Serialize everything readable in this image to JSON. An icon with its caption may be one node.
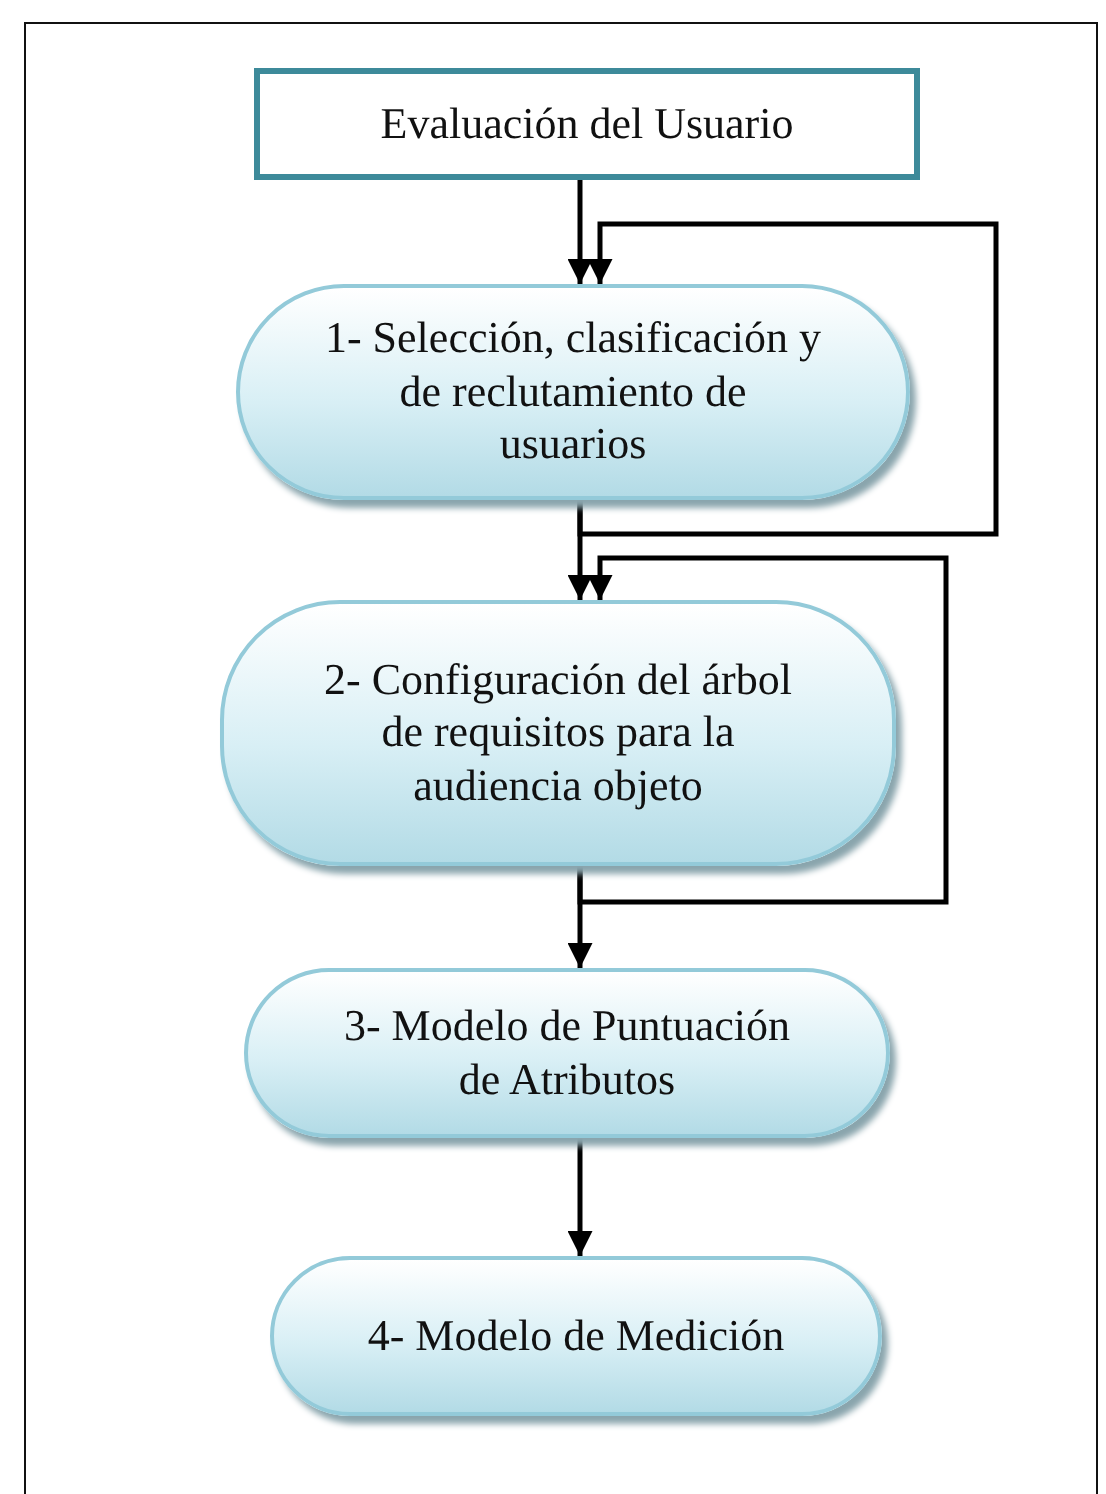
{
  "diagram": {
    "nodes": [
      {
        "text": [
          "Evaluación del Usuario"
        ]
      },
      {
        "text": [
          "1- Selección, clasificación y de reclutamiento de usuarios"
        ]
      },
      {
        "text": [
          "2- Configuración del árbol de requisitos para la audiencia objeto"
        ]
      },
      {
        "text": [
          "3- Modelo de Puntuación de Atributos"
        ]
      },
      {
        "text": [
          "4- Modelo de Medición"
        ]
      }
    ],
    "edges": [
      {
        "from": 0,
        "to": 1,
        "arrow": "to"
      },
      {
        "from": 1,
        "to": 1,
        "arrow": "to"
      },
      {
        "from": 1,
        "to": 2,
        "arrow": "to"
      },
      {
        "from": 2,
        "to": 2,
        "arrow": "to"
      },
      {
        "from": 2,
        "to": 3,
        "arrow": "to"
      },
      {
        "from": 3,
        "to": 4,
        "arrow": "to"
      }
    ]
  }
}
